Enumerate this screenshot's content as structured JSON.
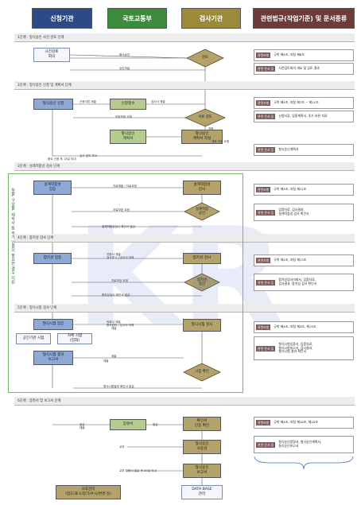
{
  "headers": [
    {
      "label": "신청기관",
      "color": "#2c4a86"
    },
    {
      "label": "국토교통부",
      "color": "#3c8a3c"
    },
    {
      "label": "검사기관",
      "color": "#9a8a3a"
    },
    {
      "label": "관련법규(작업기준) 및 문서종류",
      "color": "#6e3b3b"
    }
  ],
  "stages": [
    {
      "label": "1단계 : 형식승인 사전 검토 단계"
    },
    {
      "label": "2단계 : 형식승인 신청 및 계획서 단계"
    },
    {
      "label": "3단계 : 설계적합성 검사 단계"
    },
    {
      "label": "4단계 : 합치성 검사 단계"
    },
    {
      "label": "5단계 : 형식시험 검사 단계"
    },
    {
      "label": "6단계 : 증명서 및 보고서 단계"
    }
  ],
  "nodes": {
    "n1": "사전검토\n회의",
    "n2": "형식승인 신청",
    "n3": "신청접수",
    "n4": "형식승인\n계획서",
    "n5": "형식승인\n계획서 작성",
    "n6": "설계적합성\n입증",
    "n7": "설계적합성\n검사",
    "n8": "합치성 입증",
    "n9": "합치성 검사",
    "n10": "형식시험 입증",
    "n11": "공인기관 시험",
    "n12": "자체 시험\n(입회)",
    "n13": "형식시험 결과\n보고서",
    "n14": "형식시험 검사",
    "n15": "증명서",
    "n16": "확인서\n인증 확인",
    "n17": "형식승인\n사용검",
    "n18": "형식승인\n보고서",
    "n19": "사후관리\n(업도/표시/정기/수시/변경 등)",
    "n20": "DATA BASE\n관리"
  },
  "decisions": {
    "d1": "검토",
    "d2": "서류 검토",
    "d3": "설계적합\n승인",
    "d4": "합치성\n승인",
    "d5": "시험 확인"
  },
  "legal": [
    {
      "tag": "관련조항",
      "text": "규칙 제4조, 지침 제6조"
    },
    {
      "tag": "관련 문서 등",
      "text": "사전검토회의 개요 및 검토 결과"
    },
    {
      "tag": "관련조항",
      "text": "규칙 제4조, 지침 제7조 ~ 제11조"
    },
    {
      "tag": "관련 문서 등",
      "text": "신청서류, 업종계획서, 추가 보완 자료"
    },
    {
      "tag": "관련 문서 등",
      "text": "형식승인계획서"
    },
    {
      "tag": "관련조항",
      "text": "규칙 제4조, 지침 제12조"
    },
    {
      "tag": "관련 문서 등",
      "text": "입증자료, 검사결과,\n설계적합성 검사 확인서"
    },
    {
      "tag": "관련조항",
      "text": "규칙 제4조, 지침 제13조"
    },
    {
      "tag": "관련 문서 등",
      "text": "합치성검사의뢰서, 입증자료,\n검사결과, 합치성 검사 확인서"
    },
    {
      "tag": "관련조항",
      "text": "규칙 제4조, 지침 제4조, 제15조"
    },
    {
      "tag": "관련 문서 등",
      "text": "형식시험입증서, 입증자료,\n형식시험보고서, 검사결과,\n형식시험 결과 확인서"
    },
    {
      "tag": "관련조항",
      "text": "규칙 제4조, 지침 제16조, 제20조"
    },
    {
      "tag": "관련 문서 등",
      "text": "형식승인증명서, 형식승인계획서,\n형식승인보고서"
    }
  ],
  "edge_labels": {
    "e1": "형식승인",
    "e2": "승인미달",
    "e3": "신청서류 제출",
    "e4": "검사서 제출",
    "e5": "보완보완 요청",
    "e6": "적합",
    "e7": "검사 업무 보고",
    "e8": "중요 신청 후 15일 이내",
    "e9": "계획 보완 요청",
    "e10": "자료제출 / 자료요청",
    "e11": "자료보완 요청",
    "e12": "설계적합성검사 확인서 발급",
    "e13": "전원서 제출\n검사경고 / 검사서 의뢰",
    "e14": "자료보완 요청",
    "e15": "합치성검사 확인서 발급",
    "e16": "의뢰서 제출\n합의결과 / 검사사 의뢰",
    "e17": "제출",
    "e18": "제출",
    "e19": "제출",
    "e20": "형식시험결과 확인서 발급",
    "e21": "발급",
    "e22": "발급",
    "e23": "제출",
    "e24": "교부",
    "e25": "교부 발행서 발급 후 30일 이내"
  },
  "side_text": "부품, 구성품, 제작사 등 추가 인증이 필요한 경우 지원",
  "watermark": "KR"
}
